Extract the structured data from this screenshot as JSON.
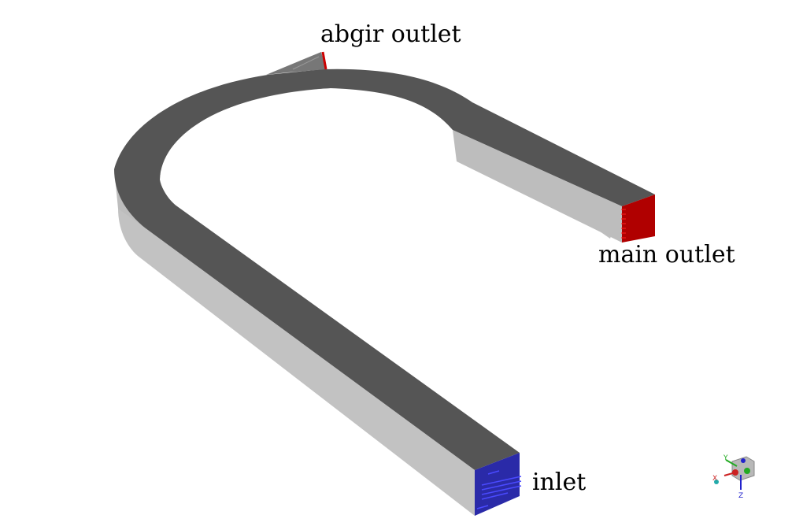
{
  "labels": {
    "abgir_outlet": "abgir outlet",
    "main_outlet": "main outlet",
    "inlet": "inlet"
  },
  "axes_triad": {
    "y": "Y",
    "x": "X",
    "z": "Z"
  },
  "colors": {
    "top_face": "#555555",
    "side_face": "#bdbdbd",
    "main_outlet": "#b00000",
    "inlet": "#2a2aa8",
    "abgir_outlet": "#cc0000",
    "background": "#ffffff"
  }
}
